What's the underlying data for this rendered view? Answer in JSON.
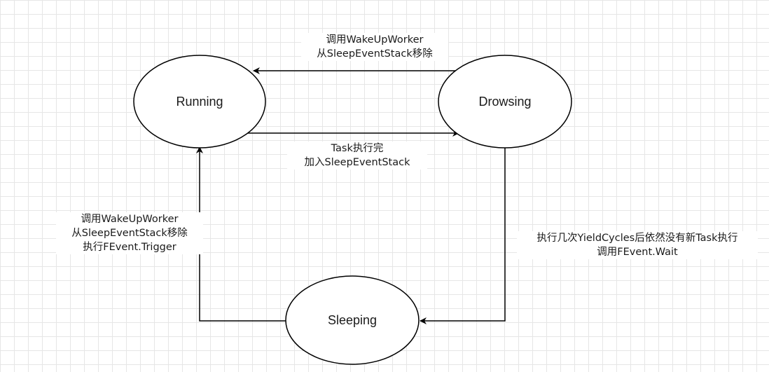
{
  "nodes": {
    "running": {
      "label": "Running"
    },
    "drowsing": {
      "label": "Drowsing"
    },
    "sleeping": {
      "label": "Sleeping"
    }
  },
  "edges": {
    "drowsing_to_running": {
      "lines": [
        "调用WakeUpWorker",
        "从SleepEventStack移除"
      ]
    },
    "running_to_drowsing": {
      "lines": [
        "Task执行完",
        "加入SleepEventStack"
      ]
    },
    "sleeping_to_running": {
      "lines": [
        "调用WakeUpWorker",
        "从SleepEventStack移除",
        "执行FEvent.Trigger"
      ]
    },
    "drowsing_to_sleeping": {
      "lines": [
        "执行几次YieldCycles后依然没有新Task执行",
        "调用FEvent.Wait"
      ]
    }
  },
  "colors": {
    "stroke": "#000000",
    "node_fill": "#ffffff",
    "grid": "#e6e6e6",
    "text": "#1a1a1a"
  }
}
